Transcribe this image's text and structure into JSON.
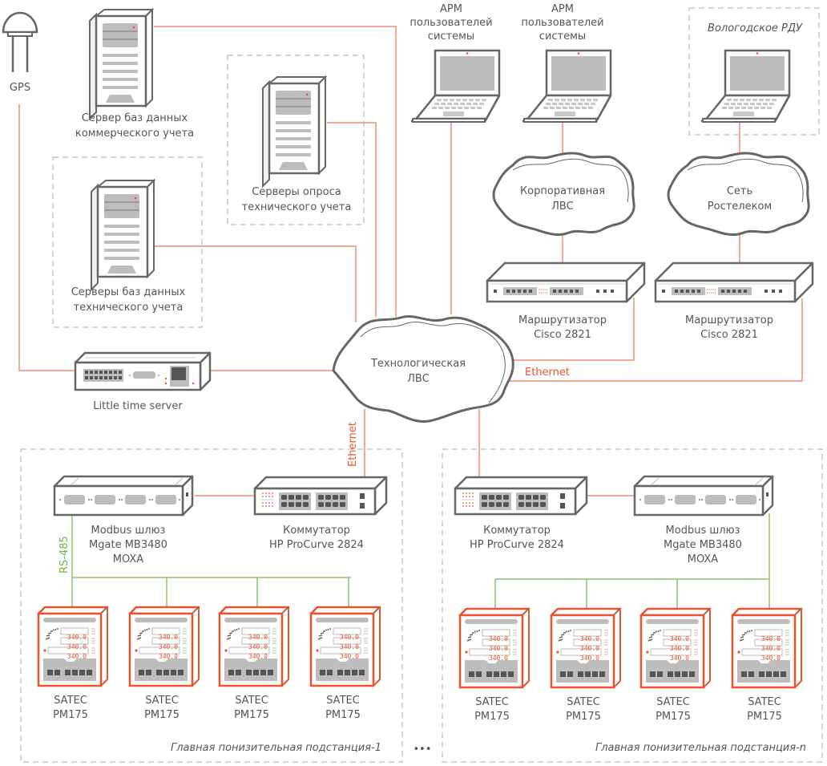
{
  "diagram": {
    "colors": {
      "ethernet": "#ef8f76",
      "rs485": "#8cc46e",
      "device_stroke": "#666666",
      "accent_red": "#e8542f",
      "meter_frame": "#e8542f",
      "group_border": "#aaaaaa"
    },
    "gps": {
      "label": "GPS",
      "icon": "gps-antenna-icon"
    },
    "server_commercial": {
      "line1": "Сервер баз данных",
      "line2": "коммерческого учета",
      "icon": "server-icon"
    },
    "servers_polling": {
      "line1": "Серверы опроса",
      "line2": "технического учета",
      "icon": "server-icon"
    },
    "servers_technical": {
      "line1": "Серверы баз данных",
      "line2": "технического учета",
      "icon": "server-icon"
    },
    "time_server": {
      "label": "Little time server",
      "icon": "time-server-icon"
    },
    "workstations": [
      {
        "line1": "АРМ",
        "line2": "пользователей",
        "line3": "системы",
        "icon": "laptop-icon"
      },
      {
        "line1": "АРМ",
        "line2": "пользователей",
        "line3": "системы",
        "icon": "laptop-icon"
      }
    ],
    "rdu": {
      "title": "Вологодское РДУ",
      "icon": "laptop-icon"
    },
    "clouds": {
      "corporate": {
        "line1": "Корпоративная",
        "line2": "ЛВС"
      },
      "rostelecom": {
        "line1": "Сеть",
        "line2": "Ростелеком"
      },
      "technological": {
        "line1": "Технологическая",
        "line2": "ЛВС"
      }
    },
    "routers": [
      {
        "line1": "Маршрутизатор",
        "line2": "Cisco 2821",
        "icon": "router-icon"
      },
      {
        "line1": "Маршрутизатор",
        "line2": "Cisco 2821",
        "icon": "router-icon"
      }
    ],
    "link_labels": {
      "ethernet_h": "Ethernet",
      "ethernet_v": "Ethernet",
      "rs485": "RS-485"
    },
    "substations": [
      {
        "title": "Главная понизительная подстанция-1",
        "gateway": {
          "line1": "Modbus шлюз",
          "line2": "Mgate MB3480",
          "line3": "MOXA"
        },
        "switch": {
          "line1": "Коммутатор",
          "line2": "HP ProCurve 2824"
        },
        "meters": [
          {
            "line1": "SATEC",
            "line2": "PM175",
            "readings": [
              "340.0",
              "340.0",
              "340.0"
            ]
          },
          {
            "line1": "SATEC",
            "line2": "PM175",
            "readings": [
              "340.0",
              "340.0",
              "340.0"
            ]
          },
          {
            "line1": "SATEC",
            "line2": "PM175",
            "readings": [
              "340.0",
              "340.0",
              "340.0"
            ]
          },
          {
            "line1": "SATEC",
            "line2": "PM175",
            "readings": [
              "340.0",
              "340.0",
              "340.0"
            ]
          }
        ]
      },
      {
        "title": "Главная понизительная подстанция-n",
        "gateway": {
          "line1": "Modbus шлюз",
          "line2": "Mgate MB3480",
          "line3": "MOXA"
        },
        "switch": {
          "line1": "Коммутатор",
          "line2": "HP ProCurve 2824"
        },
        "meters": [
          {
            "line1": "SATEC",
            "line2": "PM175",
            "readings": [
              "340.0",
              "340.0",
              "340.0"
            ]
          },
          {
            "line1": "SATEC",
            "line2": "PM175",
            "readings": [
              "340.0",
              "340.0",
              "340.0"
            ]
          },
          {
            "line1": "SATEC",
            "line2": "PM175",
            "readings": [
              "340.0",
              "340.0",
              "340.0"
            ]
          },
          {
            "line1": "SATEC",
            "line2": "PM175",
            "readings": [
              "340.0",
              "340.0",
              "340.0"
            ]
          }
        ]
      }
    ],
    "ellipsis": "•••"
  }
}
